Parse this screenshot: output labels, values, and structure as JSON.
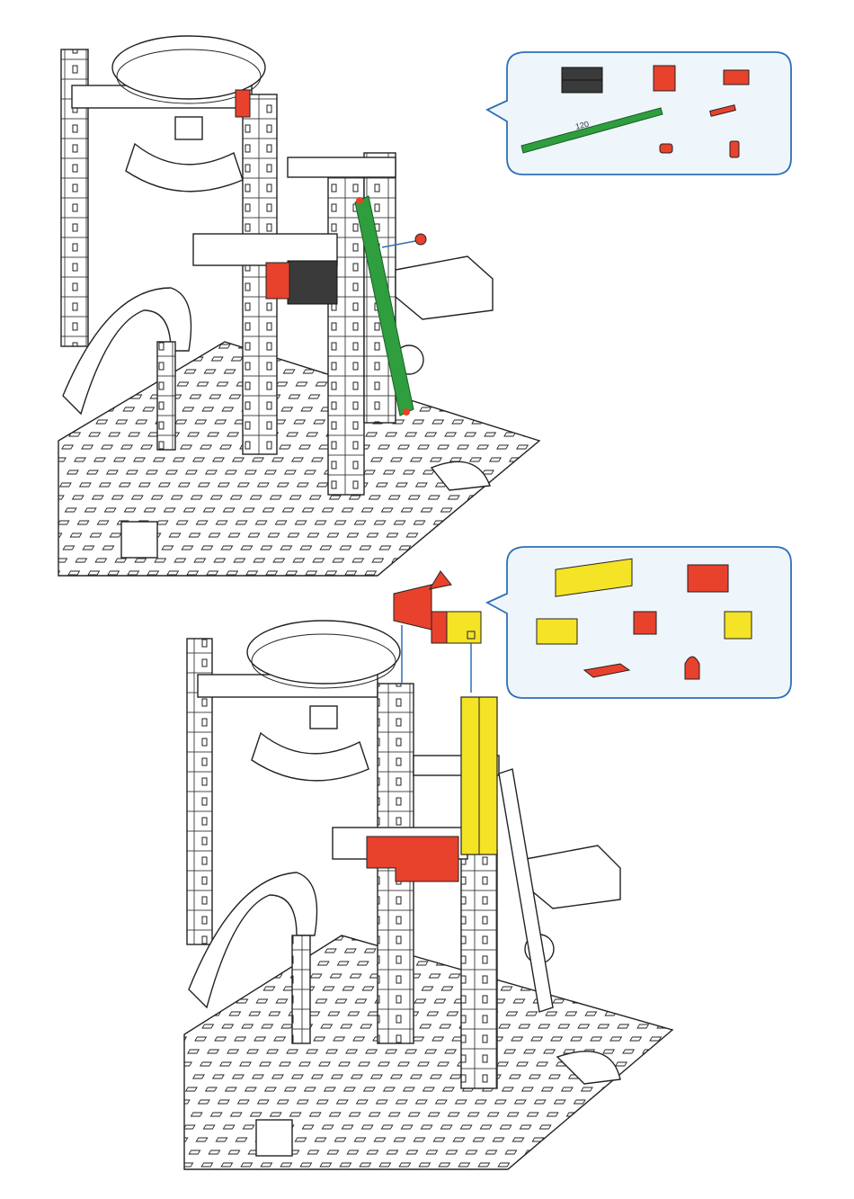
{
  "step_1": {
    "parts_callout": {
      "parts": [
        {
          "name": "building-block-30-dark",
          "color": "#3a3a3a"
        },
        {
          "name": "building-block-15-red",
          "color": "#e8412c"
        },
        {
          "name": "angle-block-red",
          "color": "#e8412c"
        },
        {
          "name": "strut-120-green",
          "color": "#2e9e3e",
          "label": "120"
        },
        {
          "name": "axle-peg-red",
          "color": "#e8412c"
        },
        {
          "name": "clip-ring-red",
          "color": "#e8412c"
        },
        {
          "name": "hinge-peg-red",
          "color": "#e8412c"
        }
      ]
    }
  },
  "step_2": {
    "parts_callout": {
      "parts": [
        {
          "name": "u-girder-yellow",
          "color": "#f5e326"
        },
        {
          "name": "angle-box-red",
          "color": "#e8412c"
        },
        {
          "name": "building-block-yellow",
          "color": "#f5e326"
        },
        {
          "name": "building-block-5-red",
          "color": "#e8412c"
        },
        {
          "name": "box-block-yellow",
          "color": "#f5e326"
        },
        {
          "name": "flat-plate-red",
          "color": "#e8412c"
        },
        {
          "name": "bracket-red",
          "color": "#e8412c"
        }
      ]
    }
  },
  "colors": {
    "callout_border": "#2f6fb5",
    "callout_fill": "#eef6fb",
    "arrow": "#2f6fb5"
  }
}
